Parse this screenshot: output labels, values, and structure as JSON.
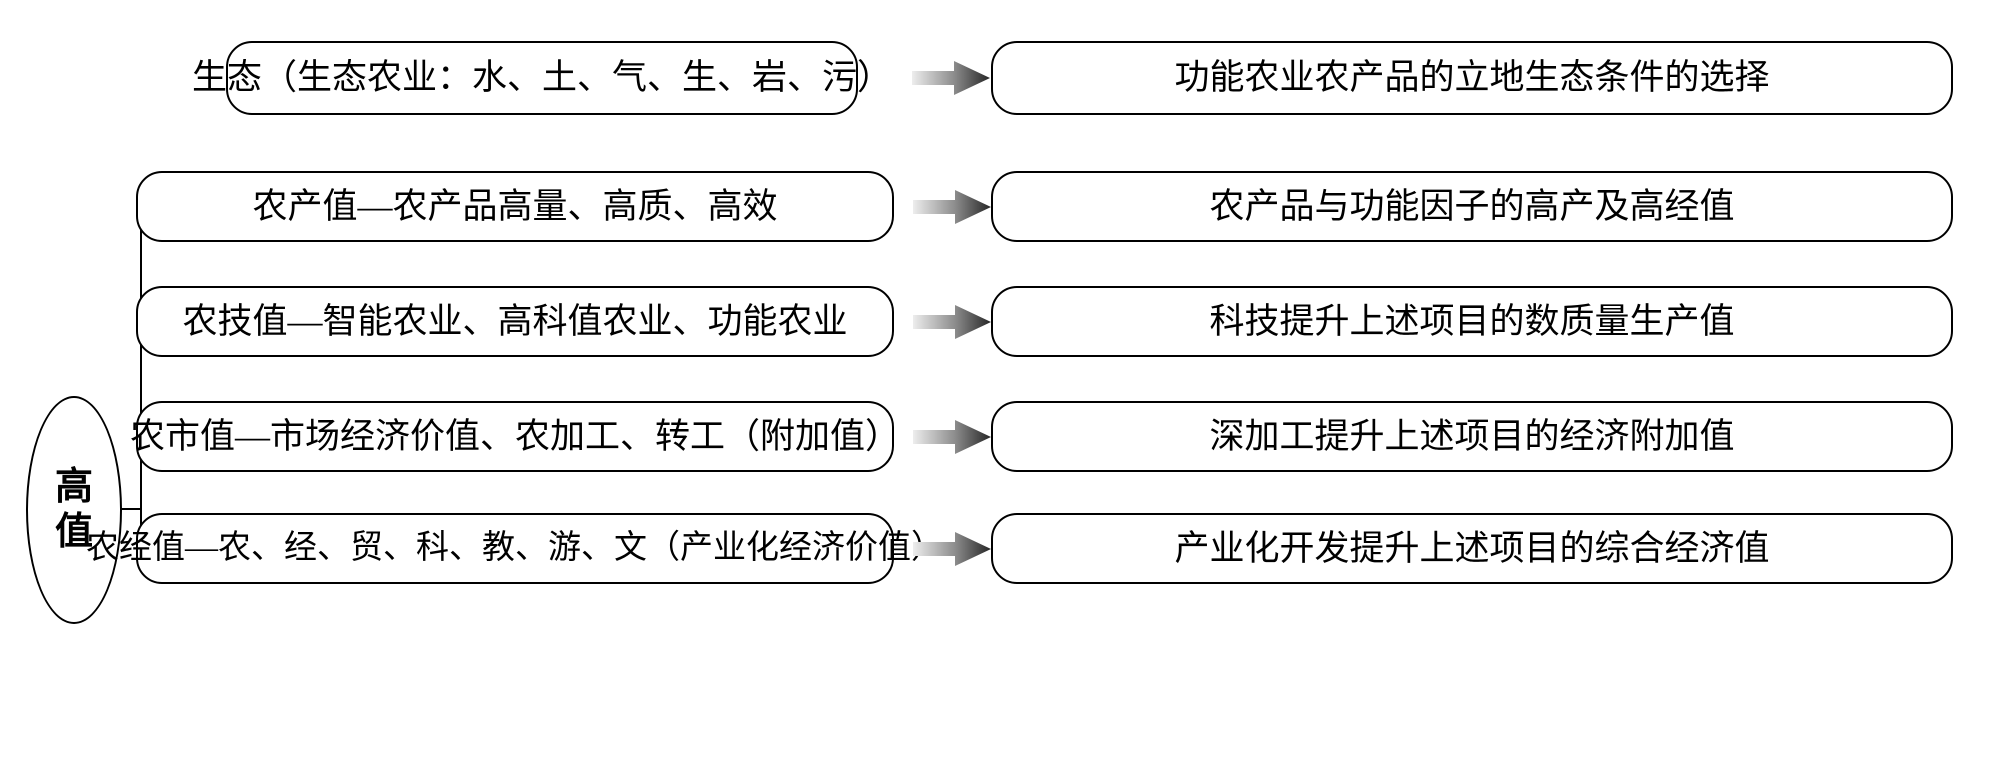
{
  "diagram": {
    "type": "flow-tree",
    "title_node": {
      "label": "高值",
      "shape": "ellipse"
    },
    "top_row": {
      "source": "生态（生态农业：水、土、气、生、岩、污）",
      "arrow": "right-arrow-icon",
      "target": "功能农业农产品的立地生态条件的选择"
    },
    "branch_rows": [
      {
        "source": "农产值—农产品高量、高质、高效",
        "arrow": "right-arrow-icon",
        "target": "农产品与功能因子的高产及高经值"
      },
      {
        "source": "农技值—智能农业、高科值农业、功能农业",
        "arrow": "right-arrow-icon",
        "target": "科技提升上述项目的数质量生产值"
      },
      {
        "source": "农市值—市场经济价值、农加工、转工（附加值）",
        "arrow": "right-arrow-icon",
        "target": "深加工提升上述项目的经济附加值"
      },
      {
        "source": "农经值—农、经、贸、科、教、游、文（产业化经济价值）",
        "arrow": "right-arrow-icon",
        "target": "产业化开发提升上述项目的综合经济值"
      }
    ],
    "colors": {
      "stroke": "#000000",
      "background": "#ffffff",
      "arrow_gradient_start": "#e8e8e8",
      "arrow_gradient_end": "#2b2b2b"
    }
  }
}
